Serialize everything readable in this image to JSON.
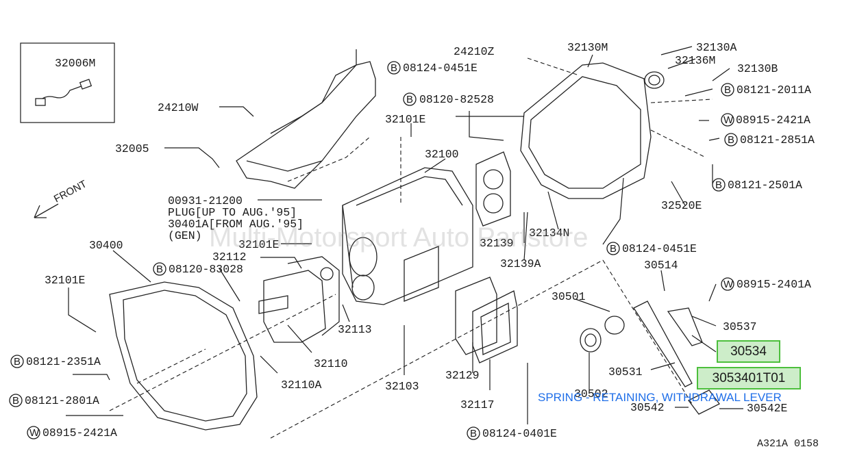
{
  "watermark": "Multi-Motorsport Auto Partstore",
  "figure_code": "A321A 0158",
  "front_label": "FRONT",
  "highlight": {
    "part_a": "30534",
    "part_b": "3053401T01",
    "description": "SPRING - RETAINING, WITHDRAWAL LEVER"
  },
  "plug_note": [
    "PLUG[UP TO AUG.'95]",
    "30401A[FROM AUG.'95]",
    "(GEN)"
  ],
  "labels": {
    "l32006M": "32006M",
    "l24210W": "24210W",
    "l32005": "32005",
    "l00931": "00931-21200",
    "l30400": "30400",
    "l32101E_a": "32101E",
    "l32101E_b": "32101E",
    "l32101E_c": "32101E",
    "l08120_83028": "08120-83028",
    "l08121_2351A": "08121-2351A",
    "l08121_2801A": "08121-2801A",
    "l08915_2421A_a": "08915-2421A",
    "l32112": "32112",
    "l32110": "32110",
    "l32110A": "32110A",
    "l32113": "32113",
    "l32103": "32103",
    "l32100": "32100",
    "l24210Z": "24210Z",
    "l08124_0451E_a": "08124-0451E",
    "l08120_82528": "08120-82528",
    "l32130M": "32130M",
    "l32130A": "32130A",
    "l32136M": "32136M",
    "l32130B": "32130B",
    "l08121_2011A": "08121-2011A",
    "l08915_2421A_b": "08915-2421A",
    "l08121_2851A": "08121-2851A",
    "l08121_2501A": "08121-2501A",
    "l32520E": "32520E",
    "l32134N": "32134N",
    "l32139": "32139",
    "l32139A": "32139A",
    "l08124_0451E_b": "08124-0451E",
    "l30514": "30514",
    "l08915_2401A": "08915-2401A",
    "l30501": "30501",
    "l30537": "30537",
    "l30531": "30531",
    "l30502": "30502",
    "l30542": "30542",
    "l30542E": "30542E",
    "l32129": "32129",
    "l32117": "32117",
    "l08124_0401E": "08124-0401E"
  },
  "circle_letters": {
    "bolt": "B",
    "washer": "W"
  }
}
